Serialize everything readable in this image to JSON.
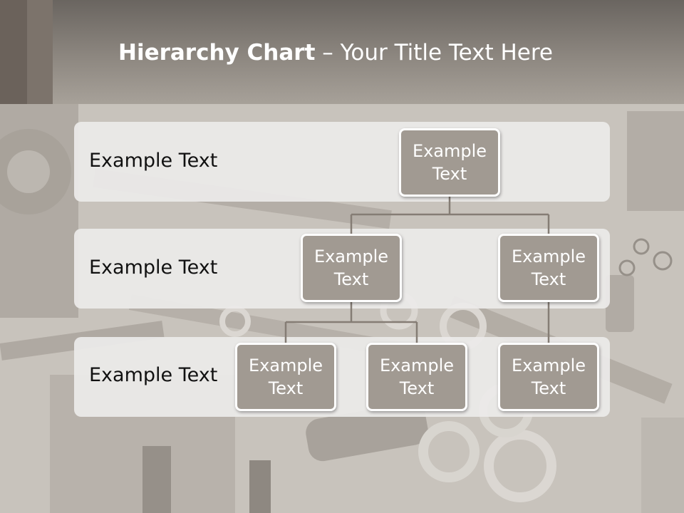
{
  "slide": {
    "title_bold": "Hierarchy Chart",
    "title_dash": " – ",
    "title_rest": "Your Title Text Here"
  },
  "rows": [
    {
      "label": "Example Text"
    },
    {
      "label": "Example Text"
    },
    {
      "label": "Example Text"
    }
  ],
  "nodes": {
    "root": "Example\nText",
    "level2_left": "Example\nText",
    "level2_right": "Example\nText",
    "level3_a": "Example\nText",
    "level3_b": "Example\nText",
    "level3_c": "Example\nText"
  },
  "colors": {
    "header": "#8d8780",
    "node_fill": "#a19a92",
    "band": "#ecebe9",
    "connector": "#857d75"
  }
}
